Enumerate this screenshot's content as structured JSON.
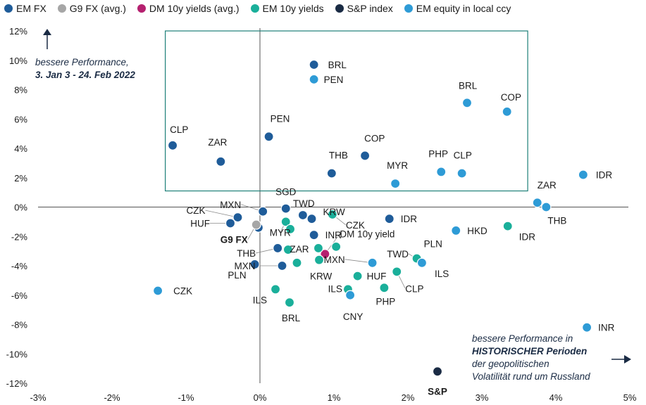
{
  "legend": [
    {
      "name": "EM FX",
      "color": "#1f5c99"
    },
    {
      "name": "G9 FX (avg.)",
      "color": "#a6a6a6"
    },
    {
      "name": "DM 10y yields (avg.)",
      "color": "#b5206f"
    },
    {
      "name": "EM 10y yields",
      "color": "#1aaf9a"
    },
    {
      "name": "S&P index",
      "color": "#1a2b44"
    },
    {
      "name": "EM equity in local ccy",
      "color": "#2e9bd6"
    }
  ],
  "notes": {
    "top_line1": "bessere Performance,",
    "top_line2": "3. Jan 3 - 24. Feb 2022",
    "bottom_line1": "bessere Performance in",
    "bottom_line2": "HISTORISCHER Perioden",
    "bottom_line3": "der geopolitischen",
    "bottom_line4": "Volatilität rund um Russland"
  },
  "chart_data": {
    "type": "scatter",
    "xlim": [
      -3,
      5
    ],
    "ylim": [
      -12,
      12
    ],
    "x_ticks": [
      "-3%",
      "-2%",
      "-1%",
      "0%",
      "1%",
      "2%",
      "3%",
      "4%",
      "5%"
    ],
    "y_ticks": [
      "12%",
      "10%",
      "8%",
      "6%",
      "4%",
      "2%",
      "0%",
      "-2%",
      "-4%",
      "-6%",
      "-8%",
      "-10%",
      "-12%"
    ],
    "highlight_box": {
      "x": [
        -1.28,
        3.62
      ],
      "y": [
        1.1,
        12.0
      ]
    },
    "series": [
      {
        "name": "EM FX",
        "points": [
          {
            "label": "BRL",
            "x": 0.73,
            "y": 9.7
          },
          {
            "label": "CLP",
            "x": -1.18,
            "y": 4.2
          },
          {
            "label": "ZAR",
            "x": -0.53,
            "y": 3.1
          },
          {
            "label": "PEN",
            "x": 0.12,
            "y": 4.8
          },
          {
            "label": "COP",
            "x": 1.42,
            "y": 3.5
          },
          {
            "label": "THB",
            "x": 0.97,
            "y": 2.3
          },
          {
            "label": "IDR",
            "x": 1.75,
            "y": -0.8
          },
          {
            "label": "CZK",
            "x": -0.3,
            "y": -0.7
          },
          {
            "label": "HUF",
            "x": -0.4,
            "y": -1.1
          },
          {
            "label": "MXN",
            "x": 0.04,
            "y": -0.3
          },
          {
            "label": "SGD",
            "x": 0.35,
            "y": -0.1
          },
          {
            "label": "TWD",
            "x": 0.58,
            "y": -0.55
          },
          {
            "label": "KRW",
            "x": 0.7,
            "y": -0.8
          },
          {
            "label": "INR",
            "x": 0.73,
            "y": -1.9
          },
          {
            "label": "THB",
            "x": 0.24,
            "y": -2.8
          },
          {
            "label": "MXN",
            "x": 0.3,
            "y": -4.0
          },
          {
            "label": "PLN",
            "x": -0.07,
            "y": -3.9
          },
          {
            "label": "",
            "x": -0.02,
            "y": -1.4
          }
        ]
      },
      {
        "name": "G9 FX (avg.)",
        "points": [
          {
            "label": "G9 FX",
            "x": -0.05,
            "y": -1.2
          }
        ]
      },
      {
        "name": "DM 10y yields (avg.)",
        "points": [
          {
            "label": "DM 10y yield",
            "x": 0.88,
            "y": -3.2
          }
        ]
      },
      {
        "name": "EM 10y yields",
        "points": [
          {
            "label": "CZK",
            "x": 0.98,
            "y": -0.5
          },
          {
            "label": "MYR",
            "x": 0.35,
            "y": -1.0
          },
          {
            "label": "",
            "x": 0.41,
            "y": -1.5
          },
          {
            "label": "",
            "x": 0.38,
            "y": -2.9
          },
          {
            "label": "",
            "x": 0.79,
            "y": -2.8
          },
          {
            "label": "",
            "x": 1.03,
            "y": -2.7
          },
          {
            "label": "ZAR",
            "x": 0.5,
            "y": -3.8
          },
          {
            "label": "KRW",
            "x": 0.8,
            "y": -3.6
          },
          {
            "label": "HUF",
            "x": 1.32,
            "y": -4.7
          },
          {
            "label": "ILS",
            "x": 0.21,
            "y": -5.6
          },
          {
            "label": "BRL",
            "x": 0.4,
            "y": -6.5
          },
          {
            "label": "ILS",
            "x": 1.19,
            "y": -5.6
          },
          {
            "label": "PHP",
            "x": 1.68,
            "y": -5.5
          },
          {
            "label": "CLP",
            "x": 1.85,
            "y": -4.4
          },
          {
            "label": "PLN",
            "x": 2.12,
            "y": -3.5
          },
          {
            "label": "IDR",
            "x": 3.35,
            "y": -1.3
          }
        ]
      },
      {
        "name": "S&P index",
        "points": [
          {
            "label": "S&P",
            "x": 2.4,
            "y": -11.2
          }
        ]
      },
      {
        "name": "EM equity in local ccy",
        "points": [
          {
            "label": "PEN",
            "x": 0.73,
            "y": 8.7
          },
          {
            "label": "BRL",
            "x": 2.8,
            "y": 7.1
          },
          {
            "label": "COP",
            "x": 3.34,
            "y": 6.5
          },
          {
            "label": "PHP",
            "x": 2.45,
            "y": 2.4
          },
          {
            "label": "CLP",
            "x": 2.73,
            "y": 2.3
          },
          {
            "label": "MYR",
            "x": 1.83,
            "y": 1.6
          },
          {
            "label": "IDR",
            "x": 4.37,
            "y": 2.2
          },
          {
            "label": "ZAR",
            "x": 3.75,
            "y": 0.3
          },
          {
            "label": "THB",
            "x": 3.87,
            "y": 0.0
          },
          {
            "label": "HKD",
            "x": 2.65,
            "y": -1.6
          },
          {
            "label": "MXN",
            "x": 1.52,
            "y": -3.8
          },
          {
            "label": "TWD",
            "x": 2.2,
            "y": -3.8
          },
          {
            "label": "ILS",
            "x": 2.19,
            "y": -3.8
          },
          {
            "label": "CNY",
            "x": 1.22,
            "y": -6.0
          },
          {
            "label": "CZK",
            "x": -1.38,
            "y": -5.7
          },
          {
            "label": "INR",
            "x": 4.42,
            "y": -8.2
          }
        ]
      }
    ]
  }
}
